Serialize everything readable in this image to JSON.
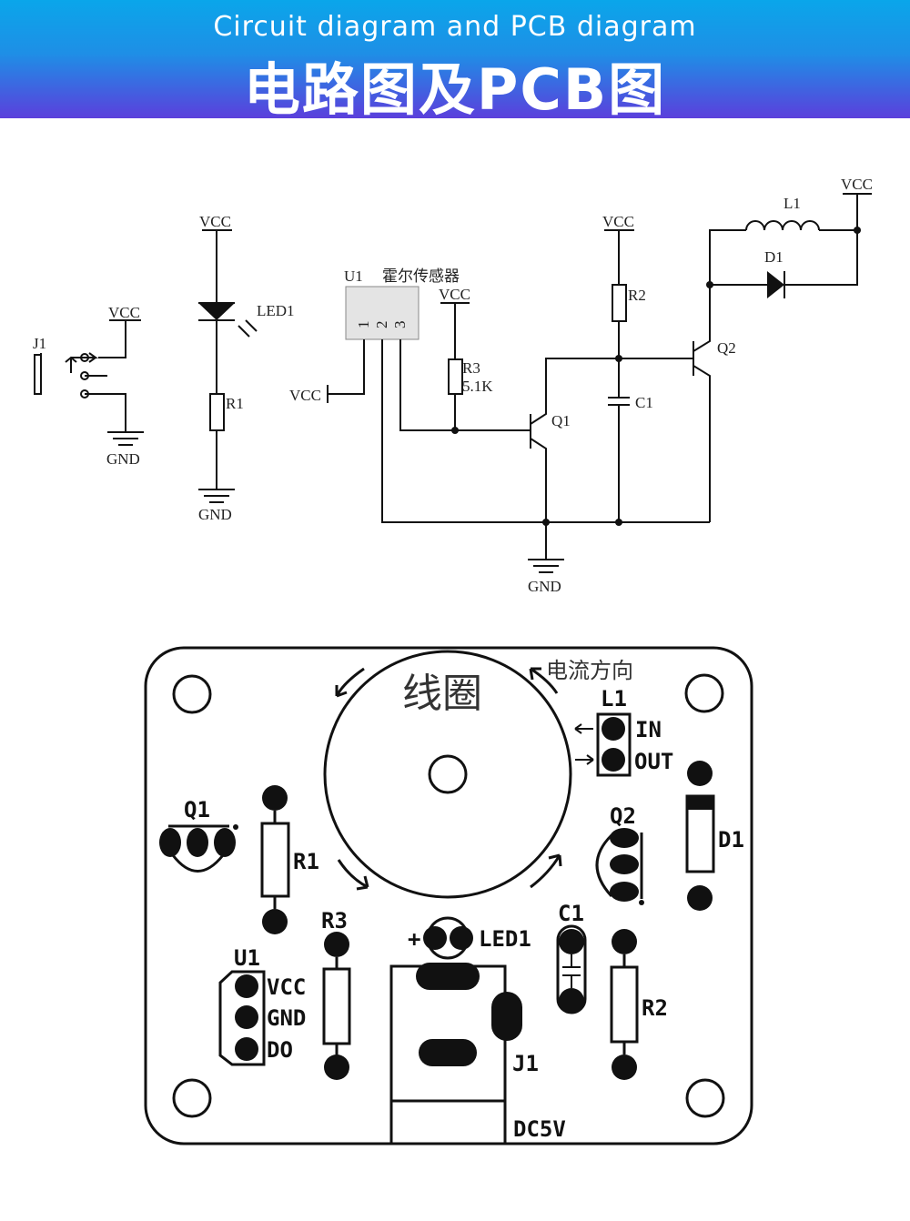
{
  "header": {
    "subtitle": "Circuit diagram and PCB diagram",
    "title": "电路图及PCB图"
  },
  "schematic": {
    "vcc": "VCC",
    "gnd": "GND",
    "j1": "J1",
    "led1": "LED1",
    "r1": "R1",
    "u1": "U1",
    "u1_desc": "霍尔传感器",
    "u1_pins": [
      "1",
      "2",
      "3"
    ],
    "r3": "R3",
    "r3_value": "5.1K",
    "q1": "Q1",
    "r2": "R2",
    "c1": "C1",
    "q2": "Q2",
    "d1": "D1",
    "l1": "L1"
  },
  "pcb": {
    "coil": "线圈",
    "current_direction": "电流方向",
    "l1": "L1",
    "in": "IN",
    "out": "OUT",
    "q1": "Q1",
    "r1": "R1",
    "q2": "Q2",
    "d1": "D1",
    "r3": "R3",
    "c1": "C1",
    "led1": "LED1",
    "led_plus": "+",
    "u1": "U1",
    "u1_pins": [
      "VCC",
      "GND",
      "DO"
    ],
    "r2": "R2",
    "j1": "J1",
    "dc": "DC5V"
  }
}
